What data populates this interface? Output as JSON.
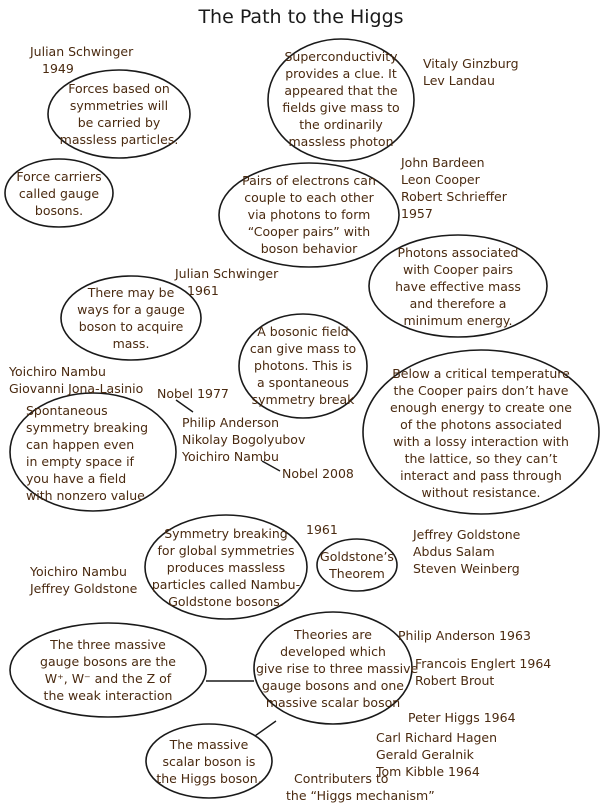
{
  "title": "The Path to the Higgs",
  "bubbles": {
    "schwinger_symmetry": [
      "Forces based on",
      "symmetries will",
      "be carried by",
      "massless particles."
    ],
    "gauge_bosons": [
      "Force carriers",
      "called gauge",
      "bosons."
    ],
    "superconductivity": [
      "Superconductivity",
      "provides a clue. It",
      "appeared that the",
      "fields give mass to",
      "the ordinarily",
      "massless photon"
    ],
    "cooper_pairs": [
      "Pairs of electrons can",
      "couple to each other",
      "via photons to form",
      "“Cooper pairs”  with",
      "boson behavior"
    ],
    "photon_mass": [
      "Photons associated",
      "with Cooper pairs",
      "have effective mass",
      "and therefore a",
      "minimum energy."
    ],
    "gauge_mass": [
      "There may be",
      "ways for a gauge",
      "boson to acquire",
      "mass."
    ],
    "bosonic_field": [
      "A  bosonic field",
      "can give mass to",
      "photons. This is",
      "a spontaneous",
      "symmetry break"
    ],
    "critical_temp": [
      "Below a critical temperature",
      "the Cooper pairs don’t have",
      "enough energy to create one",
      "of the photons associated",
      "with a lossy interaction with",
      "the lattice, so they can’t",
      "interact and pass through",
      "without resistance."
    ],
    "ssb_vacuum": [
      "Spontaneous",
      "symmetry breaking",
      "can happen even",
      "in empty space if",
      "you have a field",
      "with nonzero value"
    ],
    "global_symmetry": [
      "Symmetry breaking",
      "for global symmetries",
      "produces massless",
      "particles called Nambu-",
      "Goldstone bosons."
    ],
    "goldstone_theorem": [
      "Goldstone’s",
      "Theorem"
    ],
    "three_bosons": [
      "The three massive",
      "gauge bosons are the",
      "W⁺, W⁻  and  the Z of",
      "the weak interaction"
    ],
    "theories": [
      "Theories are",
      "developed which",
      "give rise to three massive",
      "gauge bosons and one",
      "massive scalar  boson"
    ],
    "higgs_boson": [
      "The massive",
      "scalar boson is",
      "the Higgs boson."
    ]
  },
  "labels": {
    "schwinger_1949": [
      "Julian Schwinger",
      "1949"
    ],
    "ginzburg_landau": [
      "Vitaly Ginzburg",
      "Lev Landau"
    ],
    "bcs": [
      "John Bardeen",
      "Leon Cooper",
      "Robert Schrieffer",
      "1957"
    ],
    "schwinger_1961": [
      "Julian Schwinger",
      "1961"
    ],
    "nambu_jona": [
      "Yoichiro Nambu",
      "Giovanni Jona-Lasinio"
    ],
    "nobel_1977": "Nobel 1977",
    "anderson_group": [
      "Philip Anderson",
      "Nikolay Bogolyubov",
      "Yoichiro Nambu"
    ],
    "nobel_2008": "Nobel 2008",
    "year_1961": "1961",
    "goldstone_group": [
      "Jeffrey Goldstone",
      "Abdus Salam",
      "Steven Weinberg"
    ],
    "nambu_goldstone": [
      "Yoichiro Nambu",
      "Jeffrey Goldstone"
    ],
    "anderson_1963": "Philip Anderson  1963",
    "englert_brout": [
      "Francois Englert  1964",
      "Robert Brout"
    ],
    "higgs_1964": "Peter Higgs 1964",
    "hagen_group": [
      "Carl Richard Hagen",
      "Gerald Geralnik",
      "Tom Kibble    1964"
    ],
    "contributors": [
      "Contributers to",
      "the “Higgs mechanism”"
    ]
  }
}
